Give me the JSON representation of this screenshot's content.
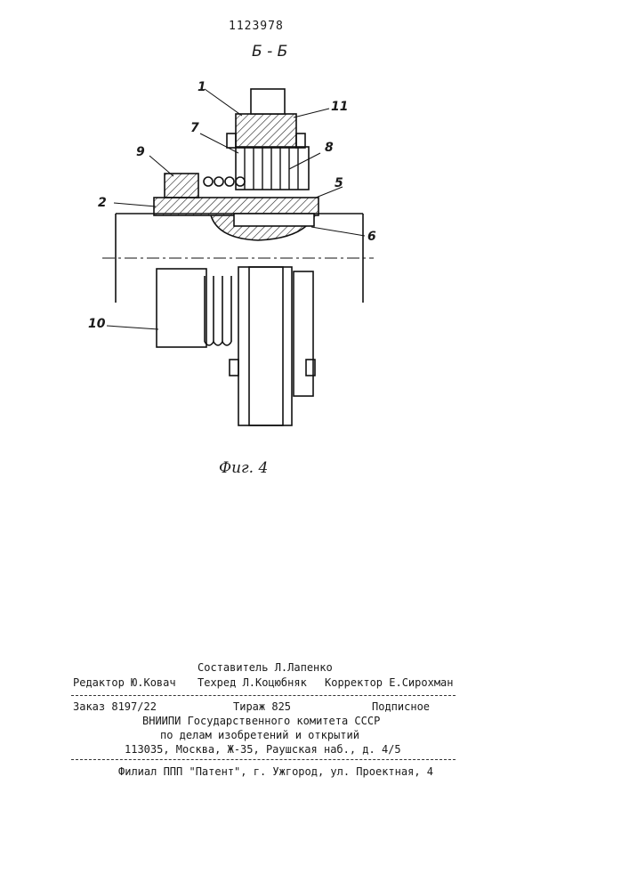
{
  "patent_number": "1123978",
  "section_label": "Б - Б",
  "figure_caption": "Фиг. 4",
  "callouts": {
    "c1": "1",
    "c2": "2",
    "c5": "5",
    "c6": "6",
    "c7": "7",
    "c8": "8",
    "c9": "9",
    "c10": "10",
    "c11": "11"
  },
  "colophon": {
    "composer": "Составитель Л.Лапенко",
    "editor": "Редактор Ю.Ковач",
    "tech_editor": "Техред Л.Коцюбняк",
    "corrector": "Корректор  Е.Сирохман",
    "order": "Заказ 8197/22",
    "circulation": "Тираж 825",
    "subscription": "Подписное",
    "institute": "ВНИИПИ Государственного комитета СССР",
    "affairs": "по делам изобретений и открытий",
    "address": "113035, Москва, Ж-35, Раушская наб., д. 4/5",
    "branch": "Филиал ППП \"Патент\", г. Ужгород, ул. Проектная, 4"
  }
}
